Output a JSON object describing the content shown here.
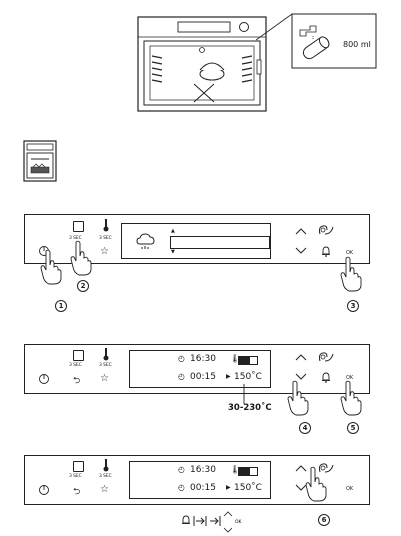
{
  "top_illustration": {
    "water_amount": "800 ml"
  },
  "panel_common": {
    "key_label_3sec": "3 SEC",
    "ok_label": "OK"
  },
  "panel2": {
    "timer_time": "16:30",
    "duration": "00:15",
    "temperature": "150˚C",
    "temp_range": "30-230˚C"
  },
  "panel3": {
    "timer_time": "16:30",
    "duration": "00:15",
    "temperature": "150˚C",
    "ok_label": "OK"
  },
  "callouts": [
    "1",
    "2",
    "3",
    "4",
    "5",
    "6"
  ]
}
